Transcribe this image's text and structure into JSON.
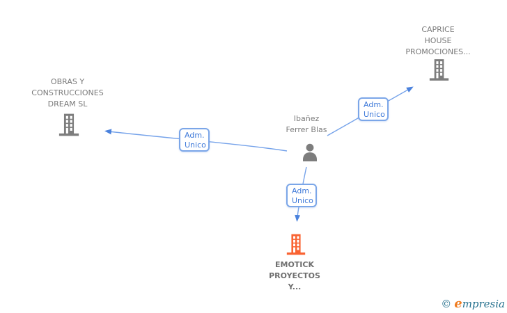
{
  "diagram": {
    "type": "corporate-relationship-graph",
    "background_color": "#ffffff",
    "colors": {
      "edge_line": "#76a3ea",
      "arrowhead": "#4b82dd",
      "edge_label_border": "#7ba6e8",
      "edge_label_text": "#3e79d9",
      "entity_icon_gray": "#7d7d7d",
      "entity_label_gray": "#7a7a7a",
      "highlighted_entity_orange": "#f96332"
    },
    "nodes": {
      "obras": {
        "type": "company",
        "icon": "building-icon",
        "lines": [
          "OBRAS Y",
          "CONSTRUCCIONES",
          "DREAM SL"
        ]
      },
      "caprice": {
        "type": "company",
        "icon": "building-icon",
        "lines": [
          "CAPRICE",
          "HOUSE",
          "PROMOCIONES..."
        ]
      },
      "person": {
        "type": "person",
        "icon": "person-icon",
        "lines": [
          "Ibañez",
          "Ferrer Blas"
        ]
      },
      "emotick": {
        "type": "company",
        "icon": "building-icon",
        "highlighted": true,
        "lines": [
          "EMOTICK",
          "PROYECTOS",
          "Y..."
        ]
      }
    },
    "edges": {
      "person_to_obras": {
        "from": "person",
        "to": "obras",
        "label": [
          "Adm.",
          "Unico"
        ]
      },
      "person_to_caprice": {
        "from": "person",
        "to": "caprice",
        "label": [
          "Adm.",
          "Unico"
        ]
      },
      "person_to_emotick": {
        "from": "person",
        "to": "emotick",
        "label": [
          "Adm.",
          "Unico"
        ]
      }
    },
    "watermark": {
      "symbol": "©",
      "brand_initial": "e",
      "brand_rest": "mpresia"
    }
  }
}
